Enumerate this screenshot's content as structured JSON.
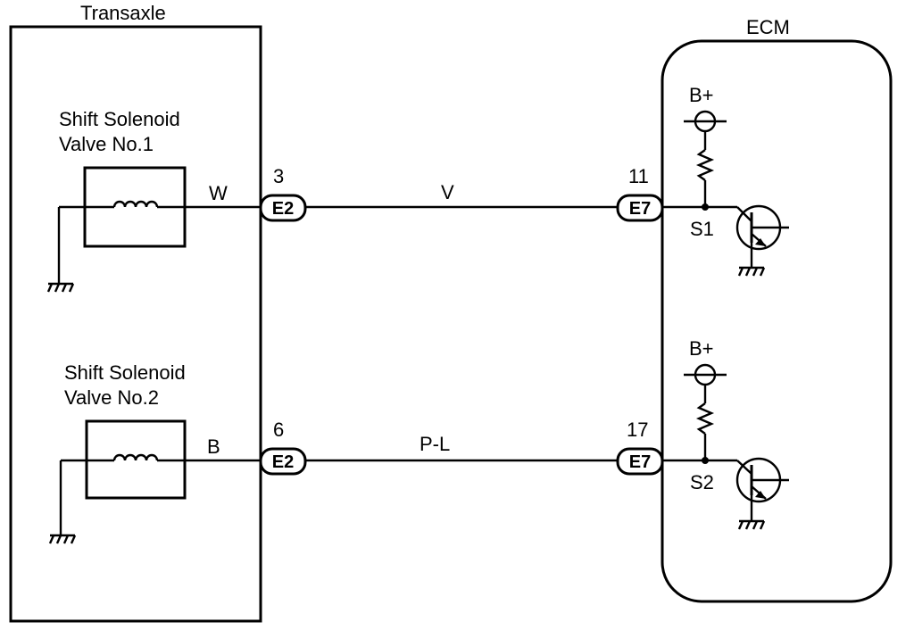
{
  "transaxle": {
    "title": "Transaxle"
  },
  "ecm": {
    "title": "ECM"
  },
  "solenoid1": {
    "name_line1": "Shift Solenoid",
    "name_line2": "Valve No.1",
    "wire_color": "W"
  },
  "solenoid2": {
    "name_line1": "Shift Solenoid",
    "name_line2": "Valve No.2",
    "wire_color": "B"
  },
  "circuit1": {
    "connector_left": {
      "id": "E2",
      "pin": "3"
    },
    "harness_color": "V",
    "connector_right": {
      "id": "E7",
      "pin": "11"
    },
    "terminal": "S1",
    "supply": "B+"
  },
  "circuit2": {
    "connector_left": {
      "id": "E2",
      "pin": "6"
    },
    "harness_color": "P-L",
    "connector_right": {
      "id": "E7",
      "pin": "17"
    },
    "terminal": "S2",
    "supply": "B+"
  }
}
